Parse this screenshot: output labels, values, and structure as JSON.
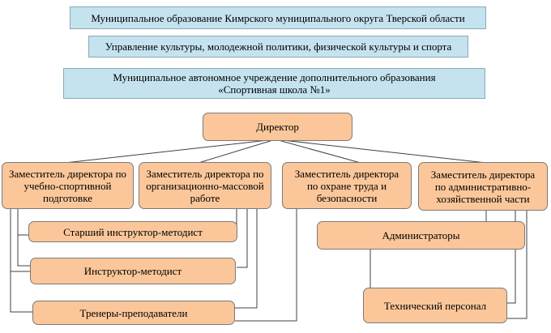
{
  "chart": {
    "municipality": "Муниципальное образование Кимрского муниципального округа Тверской области",
    "department": "Управление культуры, молодежной политики, физической культуры и спорта",
    "institution": "Муниципальное автономное учреждение дополнительного образования\n«Спортивная школа №1»",
    "director": "Директор",
    "deputy_training": "Заместитель директора по\nучебно-спортивной\nподготовке",
    "deputy_organization": "Заместитель директора по\nорганизационно-массовой\nработе",
    "deputy_safety": "Заместитель директора\nпо охране труда и\nбезопасности",
    "deputy_admin": "Заместитель директора\nпо административно-\nхозяйственной части",
    "senior_methodist": "Старший инструктор-методист",
    "methodist": "Инструктор-методист",
    "coaches": "Тренеры-преподаватели",
    "administrators": "Администраторы",
    "technical_staff": "Технический персонал"
  },
  "colors": {
    "top_fill": "#c5e3ef",
    "node_fill": "#fbc79a",
    "connector": "#404040"
  }
}
